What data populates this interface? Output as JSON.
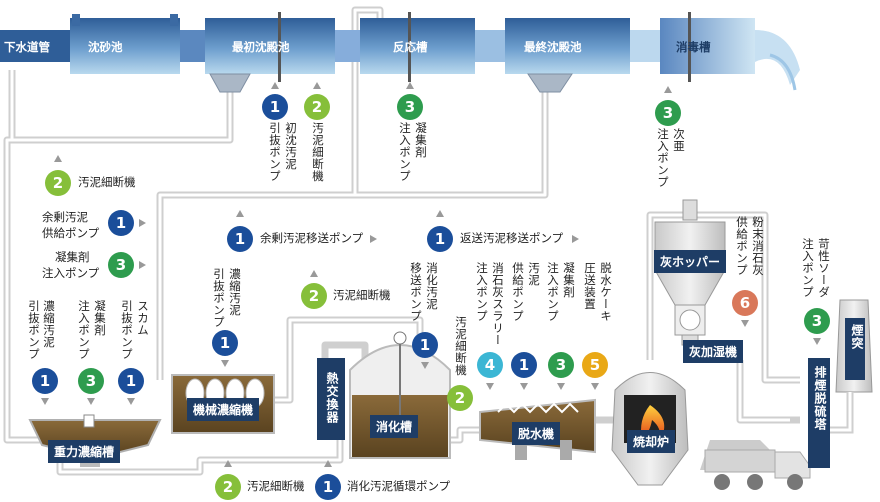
{
  "colors": {
    "water_top": "#2f5e98",
    "water_bottom": "#a9cfe9",
    "pipe": "#d3d3d3",
    "sludge_tank": "#6b5430",
    "dark_label": "#1e3d66",
    "badge_1": "#1b4e9a",
    "badge_2": "#86bf3a",
    "badge_3": "#2e9c4e",
    "badge_4": "#3bb6d4",
    "badge_5": "#e9a816",
    "badge_6": "#d9785a"
  },
  "water_line": {
    "sewer": "下水道管",
    "grit_chamber": "沈砂池",
    "primary_settling": "最初沈殿池",
    "reaction_tank": "反応槽",
    "final_settling": "最終沈殿池",
    "disinfection_tank": "消毒槽"
  },
  "facilities": {
    "gravity_thickener": "重力濃縮槽",
    "mechanical_thickener": "機械濃縮機",
    "heat_exchanger": "熱交換器",
    "digester": "消化槽",
    "dewatering_machine": "脱水機",
    "incinerator": "焼却炉",
    "ash_hopper": "灰ホッパー",
    "ash_humidifier": "灰加湿機",
    "flue_gas_desulfurization": "排煙脱硫塔",
    "chimney": "煙突"
  },
  "equipment_labels": {
    "primary_sludge_pump_1": "初沈汚泥",
    "primary_sludge_pump_2": "引抜ポンプ",
    "sludge_grinder_top": "汚泥細断機",
    "coagulant_pump_1": "凝集剤",
    "coagulant_pump_2": "注入ポンプ",
    "hypochlorite_1": "次亜",
    "hypochlorite_2": "注入ポンプ",
    "sludge_grinder_left": "汚泥細断機",
    "excess_feed_1": "余剰汚泥",
    "excess_feed_2": "供給ポンプ",
    "coag_inject_1": "凝集剤",
    "coag_inject_2": "注入ポンプ",
    "excess_transfer": "余剰汚泥移送ポンプ",
    "return_transfer": "返送汚泥移送ポンプ",
    "thick_sludge_left_1": "濃縮汚泥",
    "thick_sludge_left_2": "引抜ポンプ",
    "coag_left_1": "凝集剤",
    "coag_left_2": "注入ポンプ",
    "scum_1": "スカム",
    "scum_2": "引抜ポンプ",
    "thick_sludge_mid_1": "濃縮汚泥",
    "thick_sludge_mid_2": "引抜ポンプ",
    "sludge_grinder_mid": "汚泥細断機",
    "digested_transfer_1": "消化汚泥",
    "digested_transfer_2": "移送ポンプ",
    "sludge_grinder_right": "汚泥細断機",
    "lime_slurry_1": "消石灰スラリー",
    "lime_slurry_2": "注入ポンプ",
    "sludge_feed_1": "汚泥",
    "sludge_feed_2": "供給ポンプ",
    "coag_right_1": "凝集剤",
    "coag_right_2": "注入ポンプ",
    "cake_press_1": "脱水ケーキ",
    "cake_press_2": "圧送装置",
    "powder_lime_1": "粉末消石灰",
    "powder_lime_2": "供給ポンプ",
    "caustic_1": "苛性ソーダ",
    "caustic_2": "注入ポンプ",
    "bottom_grinder": "汚泥細断機",
    "bottom_circulation": "消化汚泥循環ポンプ"
  },
  "badge_numbers": {
    "primary_pump": "1",
    "grinder_top": "2",
    "coag_reaction": "3",
    "hypochlorite": "3",
    "grinder_left": "2",
    "excess_feed": "1",
    "coag_inject": "3",
    "excess_transfer": "1",
    "return_transfer": "1",
    "thick_mid": "1",
    "grinder_mid": "2",
    "digested_transfer": "1",
    "grinder_right": "2",
    "thick_left": "1",
    "coag_left": "3",
    "scum": "1",
    "lime_slurry": "4",
    "sludge_feed": "1",
    "coag_right": "3",
    "cake_press": "5",
    "powder_lime": "6",
    "caustic": "3",
    "bottom_grinder": "2",
    "bottom_circulation": "1"
  }
}
